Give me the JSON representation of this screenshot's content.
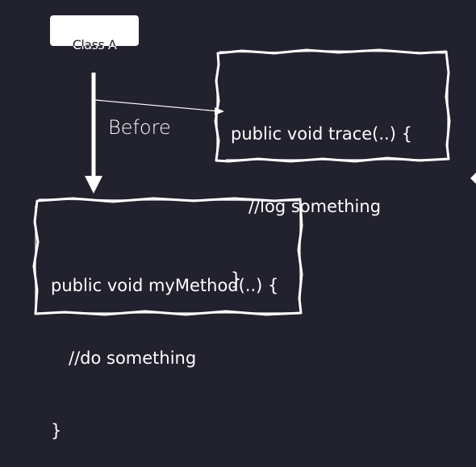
{
  "class_tab": {
    "label": "Class A"
  },
  "arrow_label": "Before",
  "advice_box": {
    "line1": "public void trace(..) {",
    "line2": "//log something",
    "line3": "}"
  },
  "method_box": {
    "line1": "public void myMethod(..) {",
    "line2": "//do something",
    "line3": "}"
  },
  "colors": {
    "background": "#22212e",
    "foreground": "#ffffff"
  }
}
